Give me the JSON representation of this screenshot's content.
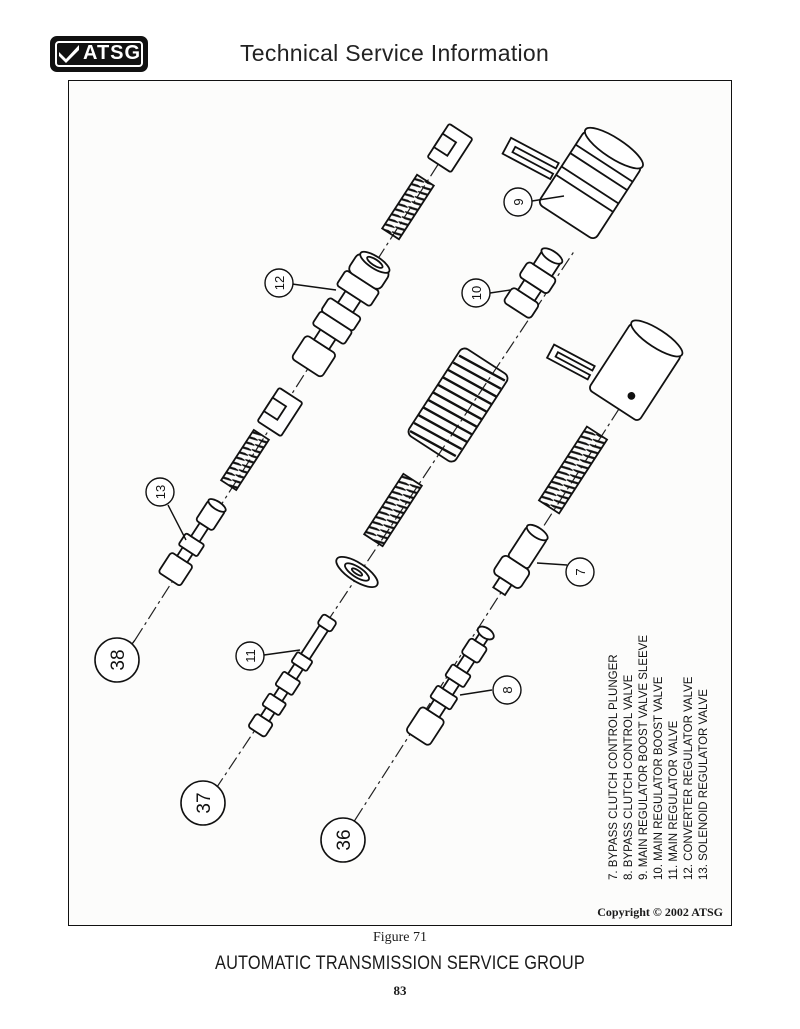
{
  "header": {
    "logo_text": "ATSG",
    "title": "Technical Service Information"
  },
  "diagram": {
    "callouts": [
      "7",
      "8",
      "9",
      "10",
      "11",
      "12",
      "13"
    ],
    "bore_numbers": [
      "36",
      "37",
      "38"
    ],
    "legend": [
      "7.  BYPASS CLUTCH CONTROL PLUNGER",
      "8.  BYPASS CLUTCH CONTROL VALVE",
      "9.  MAIN REGULATOR BOOST VALVE SLEEVE",
      "10.  MAIN REGULATOR BOOST VALVE",
      "11.  MAIN REGULATOR VALVE",
      "12.  CONVERTER REGULATOR VALVE",
      "13.  SOLENOID REGULATOR VALVE"
    ],
    "copyright": "Copyright © 2002 ATSG"
  },
  "footer": {
    "figure_caption": "Figure 71",
    "org_name": "AUTOMATIC TRANSMISSION SERVICE GROUP",
    "page_number": "83"
  }
}
